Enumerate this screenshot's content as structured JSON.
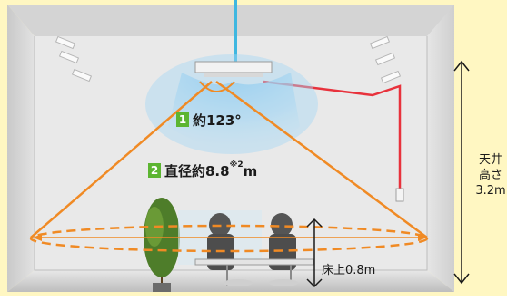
{
  "labels": {
    "angle": {
      "badge": "1",
      "text": "約123°"
    },
    "diameter": {
      "badge": "2",
      "prefix": "直径約8.8",
      "note": "※2",
      "unit": "m"
    },
    "floor": "床上0.8m",
    "ceiling_height": {
      "line1": "天井",
      "line2": "高さ",
      "line3": "3.2m"
    }
  },
  "colors": {
    "background": "#fff7c2",
    "room_wall": "#e9e9e9",
    "airflow": "#7fc3ec",
    "cone_outline": "#f08a24",
    "refrigerant_pipe": "#e8323c",
    "ceiling_pipe": "#3fb7e0",
    "badge": "#5cb531"
  }
}
